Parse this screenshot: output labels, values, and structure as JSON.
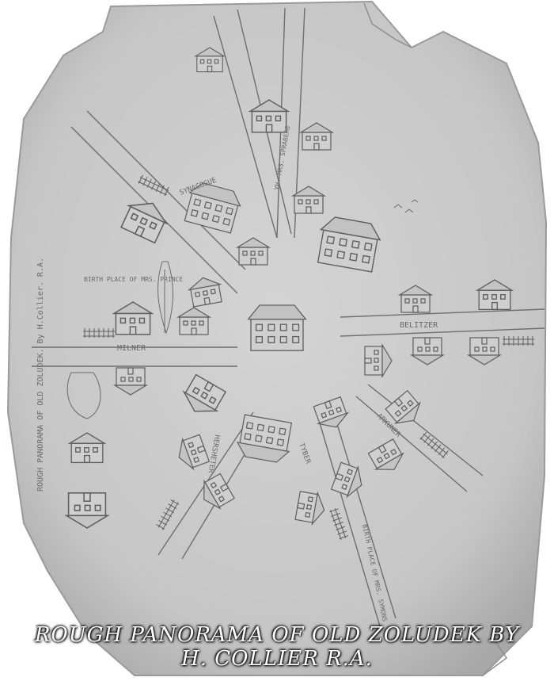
{
  "caption": {
    "line1": "ROUGH PANORAMA OF OLD ZOLUDEK BY",
    "line2": "H. COLLIER R.A."
  },
  "sketch_labels": {
    "side_title": "ROUGH PANORAMA OF OLD ZOLUDEK. By H.Collier. R.A.",
    "synagogue": "SYNAGOGUE",
    "birthplace_prince": "BIRTH PLACE OF MRS. PRINCE",
    "milner": "MILNER",
    "belitzer": "BELITZER",
    "tyber": "TYBER",
    "arkuner": "ARKUNER",
    "hersheter": "HERSHETER",
    "birthplace_symons": "BIRTH PLACE OF MRS. SYMONS",
    "top_road": "YH. MRS. SPRABERG"
  },
  "colors": {
    "paper": "#c9c9c9",
    "paper_edge": "#a9a9a9",
    "pencil": "#5e5e5e",
    "caption": "#ffffff"
  }
}
